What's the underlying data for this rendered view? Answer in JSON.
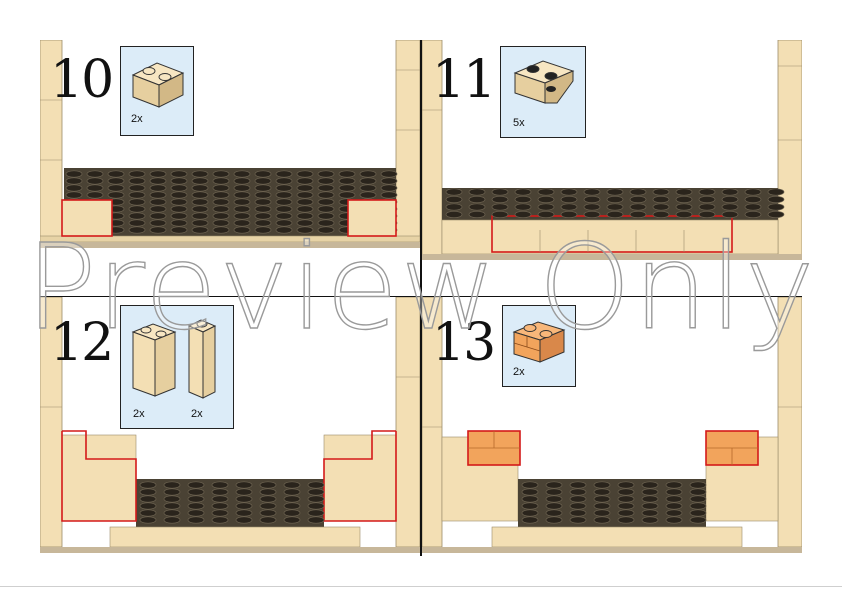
{
  "steps": [
    {
      "number": "10",
      "parts": [
        {
          "qty": "2x",
          "icon": "brick-1x2-tan"
        }
      ]
    },
    {
      "number": "11",
      "parts": [
        {
          "qty": "5x",
          "icon": "brick-1x2-inverted-slope-tan"
        }
      ]
    },
    {
      "number": "12",
      "parts": [
        {
          "qty": "2x",
          "icon": "brick-1x2x2-tan"
        },
        {
          "qty": "2x",
          "icon": "brick-1x1x3-tan"
        }
      ]
    },
    {
      "number": "13",
      "parts": [
        {
          "qty": "2x",
          "icon": "brick-1x2-masonry-orange"
        }
      ]
    }
  ],
  "watermark": "Preview Only",
  "colors": {
    "tan": "#f3dfb4",
    "tan_dark": "#c9b48a",
    "stud_dark": "#3a3328",
    "highlight": "#d41a1a",
    "callout_bg": "#dcecf8",
    "orange": "#f2a45c",
    "plate": "#c7b79a"
  }
}
